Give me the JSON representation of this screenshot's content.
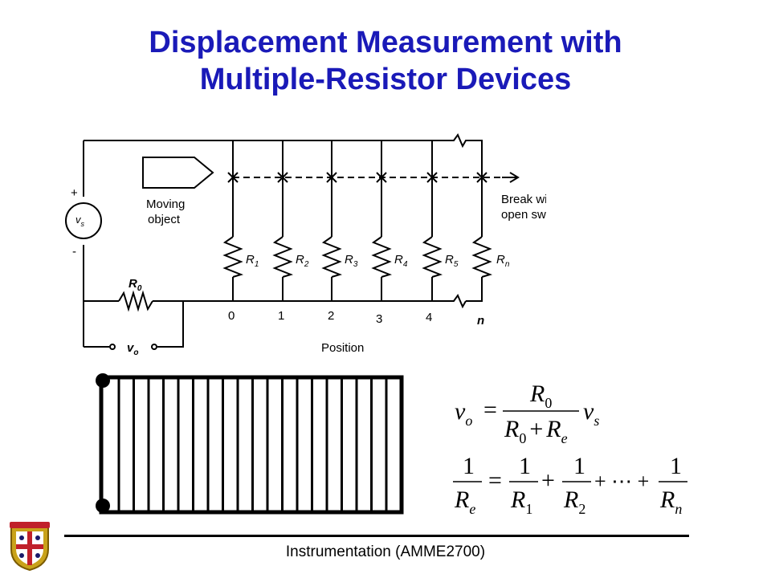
{
  "slide": {
    "title_line1": "Displacement Measurement with",
    "title_line2": "Multiple-Resistor Devices",
    "footer": "Instrumentation (AMME2700)",
    "title_color": "#1a1ab8"
  },
  "circuit": {
    "plus": "+",
    "minus": "-",
    "source_label": "v",
    "source_sub": "s",
    "moving_object_line1": "Moving",
    "moving_object_line2": "object",
    "break_line1": "Break wire or",
    "break_line2": "open switch",
    "r0_label": "R",
    "r0_sub": "0",
    "vo_label": "v",
    "vo_sub": "o",
    "position_label": "Position",
    "resistors": [
      {
        "name": "R",
        "sub": "1"
      },
      {
        "name": "R",
        "sub": "2"
      },
      {
        "name": "R",
        "sub": "3"
      },
      {
        "name": "R",
        "sub": "4"
      },
      {
        "name": "R",
        "sub": "5"
      },
      {
        "name": "R",
        "sub": "n"
      }
    ],
    "positions": [
      "0",
      "1",
      "2",
      "3",
      "4",
      "n"
    ]
  },
  "equations": {
    "eq1_lhs": "v",
    "eq1_lhs_sub": "o",
    "eq1_num": "R",
    "eq1_num_sub": "0",
    "eq1_den_a": "R",
    "eq1_den_a_sub": "0",
    "eq1_den_plus": "+",
    "eq1_den_b": "R",
    "eq1_den_b_sub": "e",
    "eq1_rhs": "v",
    "eq1_rhs_sub": "s",
    "eq2_one": "1",
    "eq2_r": "R",
    "eq2_sub_e": "e",
    "eq2_sub_1": "1",
    "eq2_sub_2": "2",
    "eq2_sub_n": "n",
    "eq2_dots": "+ ⋯ +",
    "equals": "=",
    "plus": "+"
  }
}
